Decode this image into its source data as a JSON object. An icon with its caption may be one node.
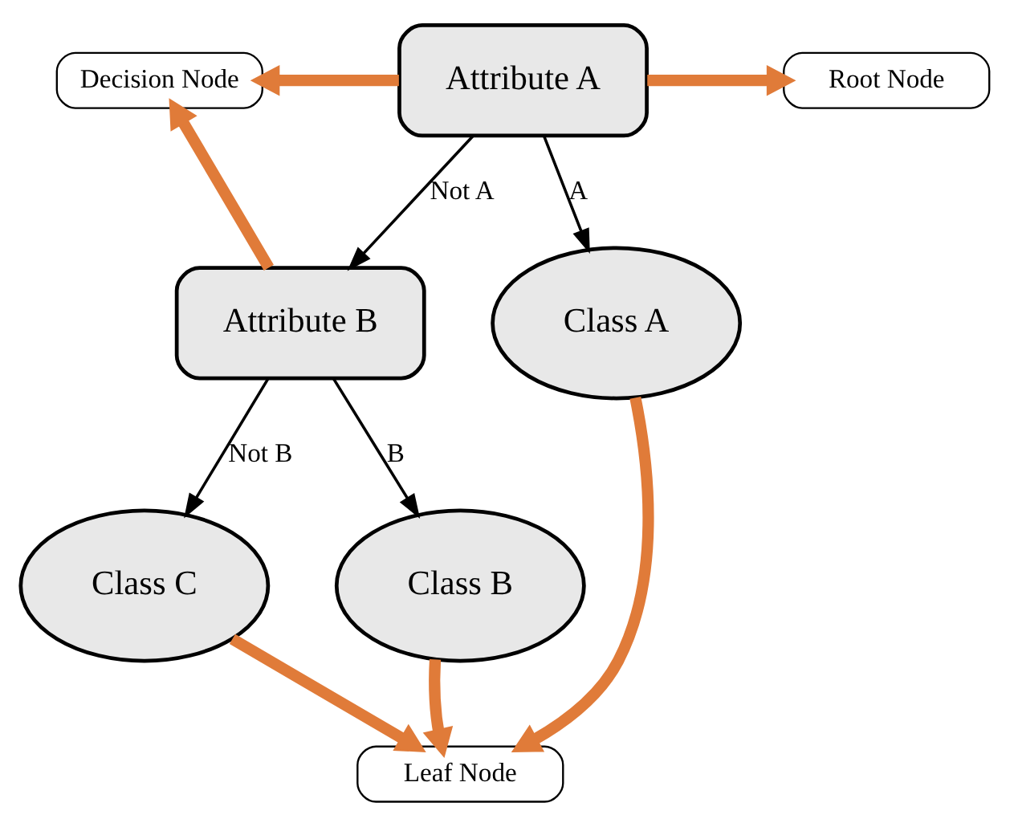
{
  "diagram": {
    "nodes": [
      {
        "text": [
          "Attribute A"
        ]
      },
      {
        "text": [
          "Decision Node"
        ]
      },
      {
        "text": [
          "Root Node"
        ]
      },
      {
        "text": [
          "Attribute B"
        ]
      },
      {
        "text": [
          "Class A"
        ]
      },
      {
        "text": [
          "Class C"
        ]
      },
      {
        "text": [
          "Class B"
        ]
      },
      {
        "text": [
          "Leaf Node"
        ]
      }
    ],
    "edges": [
      {
        "from": 0,
        "to": 3,
        "arrow": "to",
        "label": "Not A",
        "color": "#000000"
      },
      {
        "from": 0,
        "to": 4,
        "arrow": "to",
        "label": "A",
        "color": "#000000"
      },
      {
        "from": 3,
        "to": 5,
        "arrow": "to",
        "label": "Not B",
        "color": "#000000"
      },
      {
        "from": 3,
        "to": 6,
        "arrow": "to",
        "label": "B",
        "color": "#000000"
      },
      {
        "from": 0,
        "to": 1,
        "arrow": "to"
      },
      {
        "from": 0,
        "to": 2,
        "arrow": "to"
      },
      {
        "from": 3,
        "to": 1,
        "arrow": "to"
      },
      {
        "from": 4,
        "to": 7,
        "arrow": "to"
      },
      {
        "from": 6,
        "to": 7,
        "arrow": "to"
      },
      {
        "from": 5,
        "to": 7,
        "arrow": "to"
      }
    ]
  }
}
